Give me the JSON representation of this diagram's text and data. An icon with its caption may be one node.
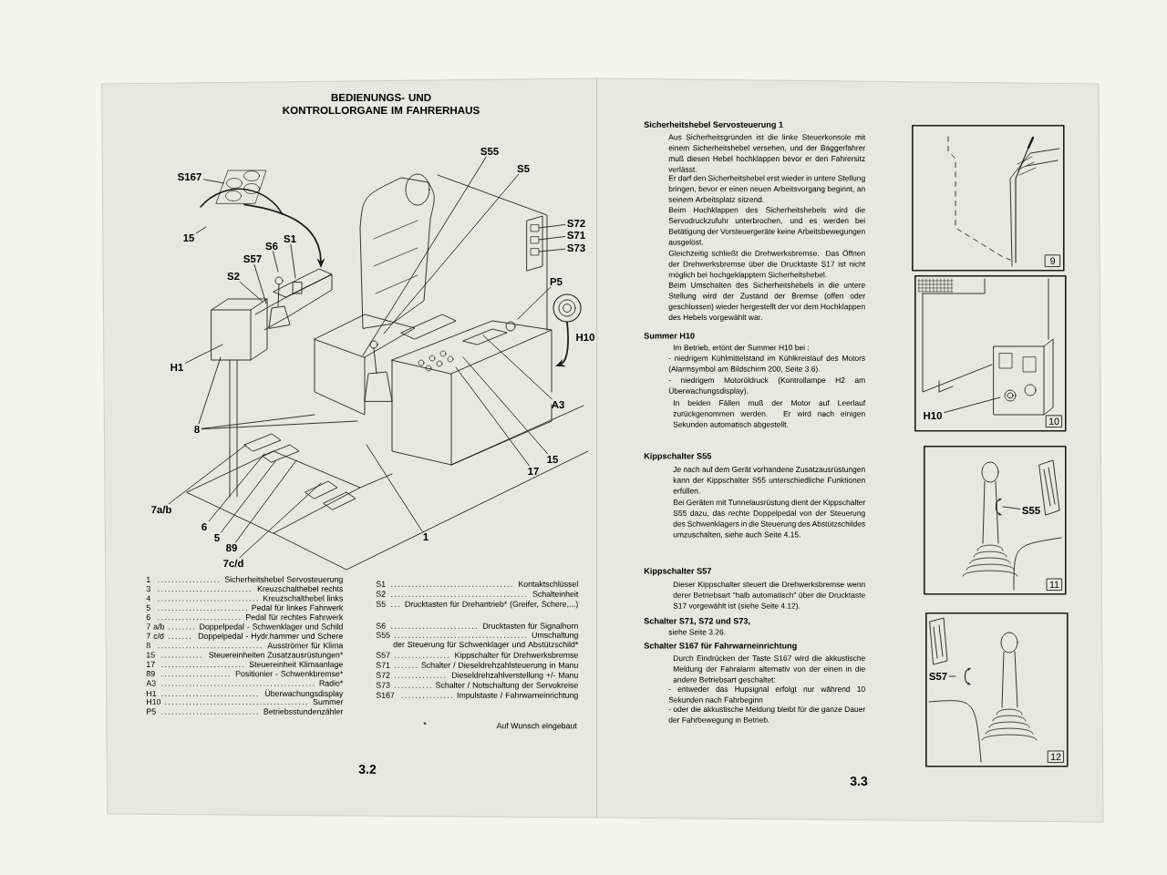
{
  "diagram": {
    "title": "BEDIENUNGS- UND KONTROLLORGANE IM FAHRERHAUS",
    "nodes": [
      {
        "text": [
          "S167"
        ]
      },
      {
        "text": [
          "15"
        ]
      },
      {
        "text": [
          "S6"
        ]
      },
      {
        "text": [
          "S1"
        ]
      },
      {
        "text": [
          "S57"
        ]
      },
      {
        "text": [
          "S2"
        ]
      },
      {
        "text": [
          "H1"
        ]
      },
      {
        "text": [
          "8"
        ]
      },
      {
        "text": [
          "7a/b"
        ]
      },
      {
        "text": [
          "6"
        ]
      },
      {
        "text": [
          "5"
        ]
      },
      {
        "text": [
          "89"
        ]
      },
      {
        "text": [
          "7c/d"
        ]
      },
      {
        "text": [
          "1"
        ]
      },
      {
        "text": [
          "17"
        ]
      },
      {
        "text": [
          "15"
        ]
      },
      {
        "text": [
          "A3"
        ]
      },
      {
        "text": [],
        "shape": "picture",
        "beside": [
          "H10"
        ]
      },
      {
        "text": [
          "P5"
        ]
      },
      {
        "text": [
          "S72"
        ]
      },
      {
        "text": [
          "S71"
        ]
      },
      {
        "text": [
          "S73"
        ]
      },
      {
        "text": [
          "S5"
        ]
      },
      {
        "text": [
          "S55"
        ]
      },
      {
        "text": [],
        "shape": "picture"
      },
      {
        "text": [
          "9"
        ]
      },
      {
        "text": [
          "10"
        ]
      },
      {
        "text": [
          "H10"
        ],
        "in": 26
      },
      {
        "text": [
          "11"
        ]
      },
      {
        "text": [
          "S55"
        ],
        "in": 28
      },
      {
        "text": [
          "12"
        ]
      },
      {
        "text": [
          "S57"
        ],
        "in": 30
      }
    ],
    "edges": [
      {
        "from": 0,
        "to": 24,
        "arrow": "none"
      },
      {
        "from": 1,
        "to": null,
        "arrow": "none"
      },
      {
        "from": 2,
        "to": null,
        "arrow": "none"
      },
      {
        "from": 3,
        "to": null,
        "arrow": "none"
      },
      {
        "from": 4,
        "to": null,
        "arrow": "none"
      },
      {
        "from": 5,
        "to": null,
        "arrow": "none"
      },
      {
        "from": 6,
        "to": null,
        "arrow": "none"
      },
      {
        "from": 7,
        "to": null,
        "arrow": "none"
      },
      {
        "from": 7,
        "to": null,
        "arrow": "none"
      },
      {
        "from": 7,
        "to": null,
        "arrow": "none"
      },
      {
        "from": 8,
        "to": null,
        "arrow": "none"
      },
      {
        "from": 9,
        "to": null,
        "arrow": "none"
      },
      {
        "from": 10,
        "to": null,
        "arrow": "none"
      },
      {
        "from": 11,
        "to": null,
        "arrow": "none"
      },
      {
        "from": 12,
        "to": null,
        "arrow": "none"
      },
      {
        "from": 13,
        "to": null,
        "arrow": "none"
      },
      {
        "from": 14,
        "to": null,
        "arrow": "none"
      },
      {
        "from": 15,
        "to": null,
        "arrow": "none"
      },
      {
        "from": 16,
        "to": null,
        "arrow": "none"
      },
      {
        "from": 17,
        "to": null,
        "arrow": "to"
      },
      {
        "from": 18,
        "to": null,
        "arrow": "none"
      },
      {
        "from": 19,
        "to": null,
        "arrow": "none"
      },
      {
        "from": 20,
        "to": null,
        "arrow": "none"
      },
      {
        "from": 21,
        "to": null,
        "arrow": "none"
      },
      {
        "from": 22,
        "to": null,
        "arrow": "none"
      },
      {
        "from": 23,
        "to": null,
        "arrow": "none"
      },
      {
        "from": 24,
        "to": null,
        "arrow": "to"
      },
      {
        "from": 27,
        "to": null,
        "arrow": "none"
      },
      {
        "from": 29,
        "to": null,
        "arrow": "none"
      },
      {
        "from": 31,
        "to": null,
        "arrow": "none"
      }
    ],
    "labels": [
      "1",
      "Sicherheitshebel Servosteuerung",
      "3",
      "Kreuzschalthebel rechts",
      "4",
      "Kreuzschalthebel links",
      "5",
      "Pedal für linkes Fahrwerk",
      "6",
      "Pedal für rechtes Fahrwerk",
      "7 a/b",
      "Doppelpedal - Schwenklager und Schild",
      "7 c/d",
      "Doppelpedal - Hydr.hammer und Schere",
      "8",
      "Ausströmer für Klima",
      "15",
      "Steuereinheiten Zusatzausrüstungen*",
      "17",
      "Steuereinheit Klimaanlage",
      "89",
      "Positionier - Schwenkbremse*",
      "A3",
      "Radio*",
      "H1",
      "Überwachungsdisplay",
      "H10",
      "Summer",
      "P5",
      "Betriebsstundenzähler",
      "S1",
      "Kontaktschlüssel",
      "S2",
      "Schalteinheit",
      "S5",
      "Drucktasten für Drehantrieb* (Greifer, Schere,...)",
      "S6",
      "Drucktasten für Signalhorn",
      "S55",
      "Umschaltung der Steuerung für Schwenklager und Abstützschild*",
      "S57",
      "Kippschalter für Drehwerksbremse",
      "S71",
      "Schalter / Dieseldrehzahlsteuerung in Manu",
      "S72",
      "Dieseldrehzahlverstellung +/- Manu",
      "S73",
      "Schalter / Notschaltung der Servokreise",
      "S167",
      "Impulstaste / Fahrwarneinrichtung",
      "*",
      "Auf Wunsch eingebaut",
      "3.2",
      "Sicherheitshebel Servosteuerung 1",
      "Aus Sicherheitsgründen ist die linke Steuerkonsole mit einem Sicherheitshebel versehen, und der Baggerfahrer muß diesen Hebel hochklappen bevor er den Fahrersitz verlässt.",
      "Er darf den Sicherheitshebel erst wieder in untere Stellung bringen, bevor er einen neuen Arbeitsvorgang beginnt, an seinem Arbeitsplatz sitzend.",
      "Beim Hochklappen des Sicherheitshebels wird die Servodruckzufuhr unterbrochen, und es werden bei Betätigung der Vorsteuergeräte keine Arbeitsbewegungen ausgelöst.",
      "Gleichzeitig schließt die Drehwerksbremse. Das Öffnen der Drehwerksbremse über die Drucktaste S17 ist nicht möglich bei hochgeklapptem Sicherheitshebel.",
      "Beim Umschalten des Sicherheitshebels in die untere Stellung wird der Zustand der Bremse (offen oder geschlossen) wieder hergestellt der vor dem Hochklappen des Hebels vorgewählt war.",
      "Summer H10",
      "Im Betrieb, ertönt der Summer H10 bei :",
      "- niedrigem Kühlmittelstand im Kühlkreislauf des Motors (Alarmsymbol am Bildschirm 200, Seite 3.6).",
      "- niedrigem Motoröldruck (Kontrollampe H2 am Überwachungsdisplay).",
      "In beiden Fällen muß der Motor auf Leerlauf zurückgenommen werden. Er wird nach einigen Sekunden automatisch abgestellt.",
      "Kippschalter S55",
      "Je nach auf dem Gerät vorhandene Zusatzausrüstungen kann der Kippschalter S55 unterschiedliche Funktionen erfüllen.",
      "Bei Geräten mit Tunnelausrüstung dient der Kippschalter S55 dazu, das rechte Doppelpedal von der Steuerung des Schwenklagers in die Steuerung des Abstützschildes umzuschalten, siehe auch Seite 4.15.",
      "Kippschalter S57",
      "Dieser Kippschalter steuert die Drehwerksbremse wenn derer Betriebsart \"halb automatisch\" über die Drucktaste S17 vorgewählt ist (siehe Seite 4.12).",
      "Schalter S71, S72 und S73,",
      "siehe Seite 3.26.",
      "Schalter S167 für Fahrwarneinrichtung",
      "Durch Eindrücken der Taste S167 wird die akkustische Meldung der Fahralarm alternativ von der einen in die andere Betriebsart geschaltet:",
      "- entweder das Hupsignal erfolgt nur während 10 Sekunden nach Fahrbeginn",
      "- oder die akkustische Meldung bleibt für die ganze Dauer der Fahrbewegung in Betrieb.",
      "3.3"
    ]
  }
}
